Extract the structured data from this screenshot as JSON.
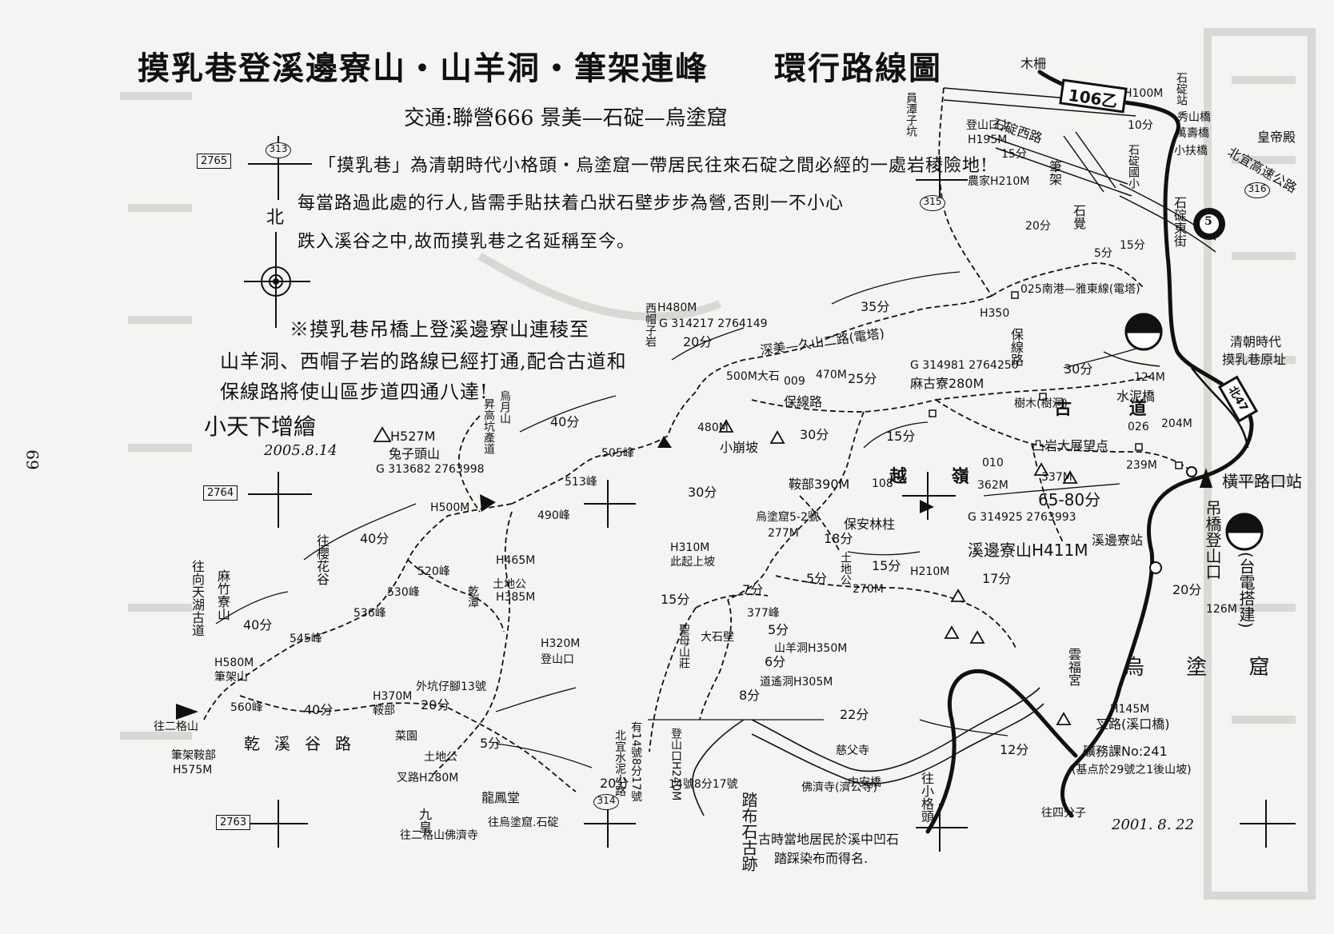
{
  "title": {
    "main": "摸乳巷登溪邊寮山‧山羊洞‧筆架連峰",
    "suffix": "環行路線圖"
  },
  "transport": "交通:聯營666 景美—石碇—烏塗窟",
  "intro": [
    "「摸乳巷」為清朝時代小格頭‧烏塗窟一帶居民往來石碇之間必經的一處岩稜險地!",
    "每當路過此處的行人,皆需手貼扶着凸狀石壁步步為營,否則一不小心",
    "跌入溪谷之中,故而摸乳巷之名延稱至今。"
  ],
  "note": [
    "※摸乳巷吊橋上登溪邊寮山連稜至",
    "山羊洞、西帽子岩的路線已經打通,配合古道和",
    "保線路將使山區步道四通八達!"
  ],
  "credit": {
    "author": "小天下增繪",
    "date": "2005.8.14"
  },
  "map_date": "2001. 8. 22",
  "page_number": "69",
  "north_label": "北",
  "grid_labels": [
    "2765",
    "2764",
    "2763"
  ],
  "route_badges": [
    "313",
    "315",
    "316",
    "314"
  ],
  "highway": {
    "label": "106乙",
    "branch": "北47",
    "marker": "5"
  },
  "places": {
    "muzha": "木柵",
    "shiding_station": "石碇站",
    "shiding_station_h": "H100M",
    "xiushan_bridge": "秀山橋",
    "wanshou_bridge": "萬壽橋",
    "huangdi_temple": "皇帝殿",
    "xiaofu_bridge": "小扶橋",
    "beiyi_highway": "北宜高速公路",
    "shiding_west_road": "石碇西路",
    "shiding_east_street": "石碇東街",
    "shiding_elem": "石碇國小",
    "bijia": "筆架",
    "shixian": "石覺",
    "baizhi": "員潭子坑",
    "dengshankou_top": "登山口上",
    "dengshankou_top_h": "H195M",
    "farm": "農家H210M",
    "tower_025": "025南港—雅東線(電塔)",
    "h350": "H350",
    "shenmeng": "深美—久山二路(電塔)",
    "baoxian": "保線路",
    "baoxian_road": "保線路",
    "x009": "009",
    "h470": "470M",
    "mai_gu_liao": "麻古寮280M",
    "mai_gu_liao_g": "G 314981 2764250",
    "shumu": "樹木(樹洞)",
    "gu_dao": "古 道",
    "shuini_bridge": "水泥橋",
    "qing_dynasty": "清朝時代",
    "moru_site": "摸乳巷原址",
    "h124": "124M",
    "tuyan": "凸岩大展望点",
    "x026": "026",
    "h204": "204M",
    "h239": "239M",
    "h337": "337M",
    "h362": "362M",
    "x010": "010",
    "yue_ling": "越 嶺",
    "hengping_station": "橫平路口站",
    "diaoqiao": "吊橋登山口",
    "diaoqiao_h": "126M",
    "tower_built": "(台電搭建)",
    "xibian_peak": "溪邊寮山H411M",
    "xibian_peak_g": "G 314925 2763993",
    "xibian_station": "溪邊寮站",
    "baoan": "保安林柱",
    "anbu": "鞍部390M",
    "x108": "108",
    "wutu_5_2": "烏塗窟5-2號",
    "h277": "277M",
    "tudi_gong": "土地公",
    "h270": "270M",
    "h210": "H210M",
    "wutu_ku": "烏 塗 窟",
    "yunfu_temple": "雲福宮",
    "x145": "H145M",
    "fork_xikou": "叉路(溪口橋)",
    "mining": "礦務課No:241",
    "mining_sub": "(基点於29號之1後山坡)",
    "wang_sifenzi": "往四分子",
    "wang_xiaogetou": "往小格頭",
    "zhongan_bridge": "中安橋",
    "cijiu_temple": "慈父寺",
    "fuji_temple": "佛濟寺(濟公寺)",
    "tabu_stone": "踏布石古跡",
    "tabu_note1": "古時當地居民於溪中凹石",
    "tabu_note2": "踏踩染布而得名.",
    "xi_mao_peak": "西帽子岩",
    "xi_mao_h": "H480M",
    "xi_mao_g": "G 314217 2764149",
    "wuyue_shan": "烏月山",
    "wuyue_road": "昇高坑產道",
    "tuzi_peak": "兔子頭山",
    "tuzi_h": "H527M",
    "tuzi_g": "G 313682 2763998",
    "p505": "505峰",
    "p513": "513峰",
    "p490": "490峰",
    "h500": "H500M",
    "p520": "520峰",
    "h465": "H465M",
    "p530": "530峰",
    "p536": "536峰",
    "p545": "545峰",
    "p560": "560峰",
    "wang_yinghua": "往櫻花谷",
    "wang_xiangtian": "往向天湖古道",
    "mazhu_shan": "麻竹寮山",
    "h580": "H580M",
    "bijia_shan": "筆架山",
    "bijia_lbl": "筆架鞍部",
    "h575": "H575M",
    "wang_ergezi": "往二格山",
    "jian_gu_road": "乾溪谷路",
    "h370": "H370M",
    "anbu_small": "鞍部",
    "cai_yuan": "菜園",
    "tudi_gong2": "土地公",
    "h385": "H385M",
    "jian_tan": "乾潭",
    "h320": "H320M",
    "dengshankou": "登山口",
    "waiti_path": "外坑仔腳13號",
    "x10": "10分",
    "shengmu": "聖母山莊",
    "dashi_bi": "大石壁",
    "h377": "377峰",
    "h310": "H310M",
    "up_ridge": "此起上坡",
    "fork_h280": "叉路H280M",
    "jiu_huang": "九皇",
    "longfeng": "龍鳳堂",
    "wang_wutu": "往烏塗窟.石碇",
    "wang_erge2": "往二格山佛濟寺",
    "shanyang_cave": "山羊洞H350M",
    "daoyao_cave": "道遙洞H305M",
    "xiao_shan_road": "北宜水泥小路",
    "xiao_shan_note": "有14號8分17號",
    "dengshan_h240": "登山口H240M",
    "note_14_17": "14號8分17號",
    "xiaotu": "小崩坡",
    "h480": "480M",
    "p500": "500M大石",
    "g_xi": "西帽子岩"
  },
  "times": {
    "t10": "10分",
    "t15a": "15分",
    "t20a": "20分",
    "t5a": "5分",
    "t15b": "15分",
    "t35": "35分",
    "t20b": "20分",
    "t25": "25分",
    "t30a": "30分",
    "t15c": "15分",
    "t30b": "30分",
    "t40a": "40分",
    "t30c": "30分",
    "t65": "65-80分",
    "t18": "18分",
    "t17": "17分",
    "t15d": "15分",
    "t5b": "5分",
    "t7": "7分",
    "t20c": "20分",
    "t40b": "40分",
    "t40c": "40分",
    "t40d": "40分",
    "t20d": "20分",
    "t5c": "5分",
    "t5d": "5分",
    "t6": "6分",
    "t8": "8分",
    "t22": "22分",
    "t12": "12分",
    "t20e": "20分",
    "t10b": "10分",
    "t20f": "20分"
  }
}
